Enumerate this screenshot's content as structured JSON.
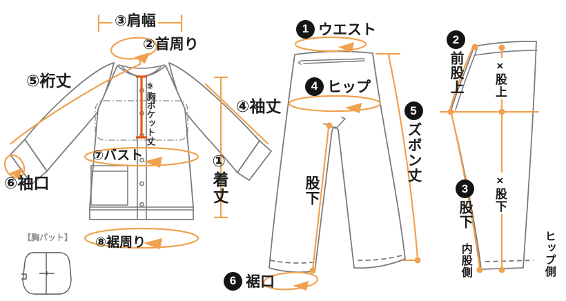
{
  "colors": {
    "accent": "#f0a14e",
    "accent_dark": "#e05a17",
    "outline": "#7b7b7b",
    "ink": "#1c1c1c",
    "muted": "#8a8a8a"
  },
  "top_garment": {
    "shoulder_label": "③肩幅",
    "neck_label": "②首周り",
    "yuki_label": "⑤裄丈",
    "sleeve_label": "④袖丈",
    "pocket_label": "⑨胸ポケット丈",
    "length_label": "①着丈",
    "bust_label": "⑦バスト",
    "cuff_label": "⑥袖口",
    "hem_label": "⑧裾周り",
    "pad_label": "【胸パット】"
  },
  "pants_front": {
    "waist": {
      "num": "1",
      "label": "ウエスト"
    },
    "hip": {
      "num": "4",
      "label": "ヒップ"
    },
    "length": {
      "num": "5",
      "label": "ズボン丈"
    },
    "inseam_label": "股下",
    "hem": {
      "num": "6",
      "label": "裾口"
    }
  },
  "pants_side": {
    "front_rise": {
      "num": "2",
      "label": "前股上"
    },
    "x_rise_label": "×股上",
    "inseam": {
      "num": "3",
      "label": "股下"
    },
    "x_inseam_label": "×股下",
    "inner_label": "内股側",
    "hip_label": "ヒップ側"
  }
}
